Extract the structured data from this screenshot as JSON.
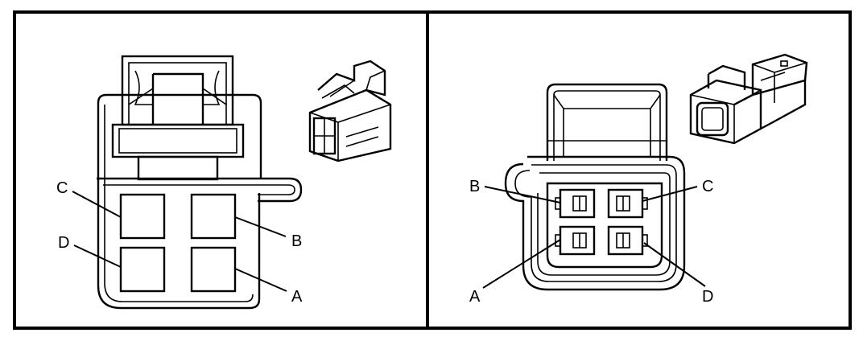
{
  "panels": [
    {
      "id": "female-connector",
      "pin_labels": [
        "A",
        "B",
        "C",
        "D"
      ]
    },
    {
      "id": "male-connector",
      "pin_labels": [
        "A",
        "B",
        "C",
        "D"
      ]
    }
  ],
  "colors": {
    "line": "#000000",
    "background": "#ffffff"
  }
}
